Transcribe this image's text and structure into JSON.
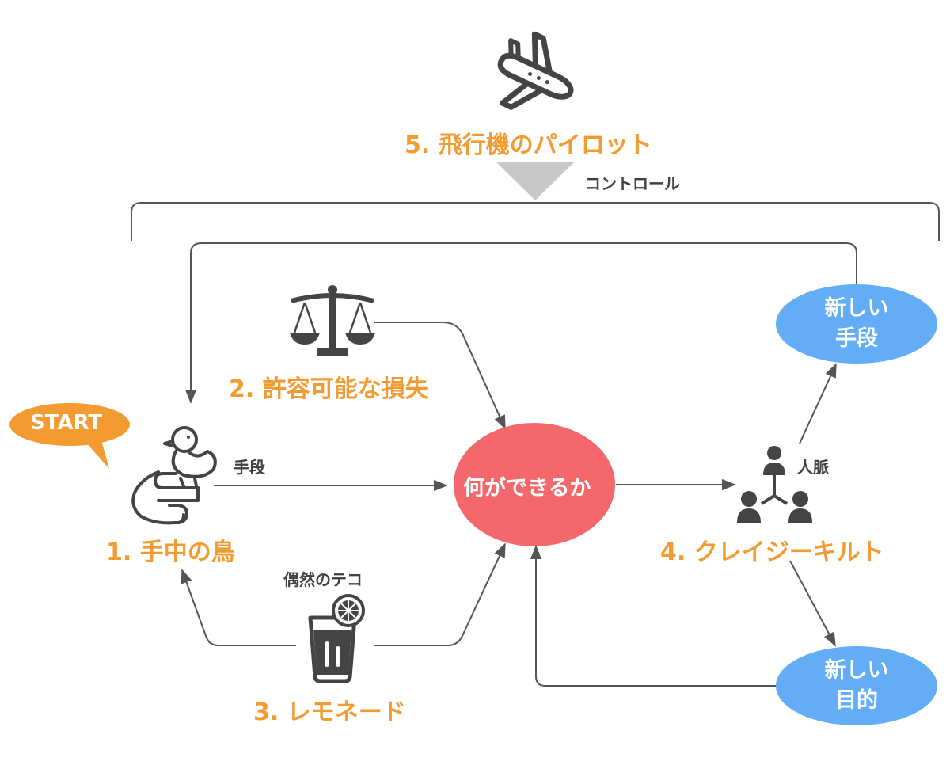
{
  "controller": {
    "label": "5. 飛行機のパイロット",
    "note": "コントロール"
  },
  "center": {
    "label": "何ができるか"
  },
  "start": {
    "label": "START"
  },
  "nodes": {
    "bird": {
      "label": "1. 手中の鳥",
      "edge_label": "手段"
    },
    "loss": {
      "label": "2. 許容可能な損失"
    },
    "lemonade": {
      "label": "3. レモネード",
      "note": "偶然のテコ"
    },
    "quilt": {
      "label": "4. クレイジーキルト",
      "note": "人脈"
    }
  },
  "outcomes": {
    "new_means": {
      "line1": "新しい",
      "line2": "手段"
    },
    "new_goals": {
      "line1": "新しい",
      "line2": "目的"
    }
  },
  "icons": {
    "airplane": "airplane-icon",
    "scale": "scale-icon",
    "bird_hand": "bird-in-hand-icon",
    "lemonade": "lemonade-glass-icon",
    "network": "people-network-icon"
  },
  "colors": {
    "accent_orange": "#f39a31",
    "center_red": "#f4676a",
    "node_blue": "#62adf6",
    "line_gray": "#555555",
    "icon_dark": "#444444",
    "triangle_gray": "#c8c8c8"
  }
}
